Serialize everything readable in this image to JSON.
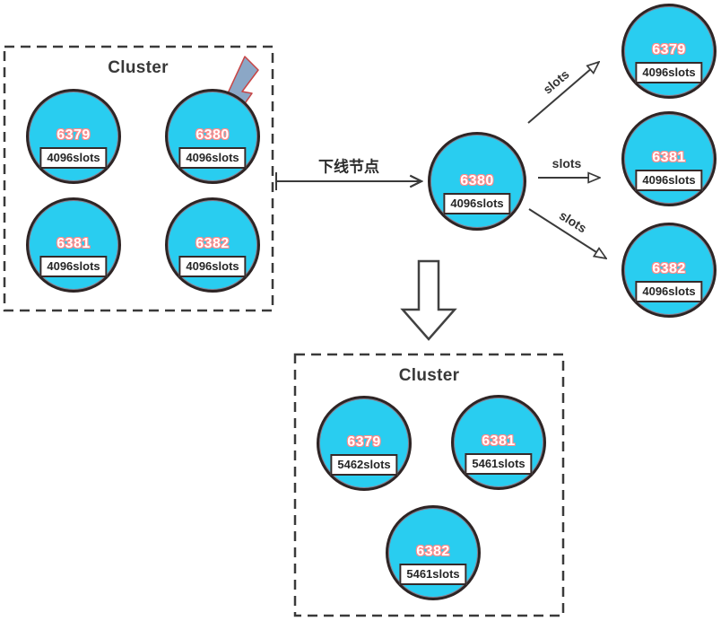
{
  "before_cluster": {
    "title": "Cluster",
    "nodes": [
      {
        "id": "6379",
        "slots": "4096slots"
      },
      {
        "id": "6380",
        "slots": "4096slots"
      },
      {
        "id": "6381",
        "slots": "4096slots"
      },
      {
        "id": "6382",
        "slots": "4096slots"
      }
    ]
  },
  "transition": {
    "offline_label": "下线节点",
    "offline_node": {
      "id": "6380",
      "slots": "4096slots"
    },
    "slot_labels": [
      "slots",
      "slots",
      "slots"
    ]
  },
  "receiving_nodes": [
    {
      "id": "6379",
      "slots": "4096slots"
    },
    {
      "id": "6381",
      "slots": "4096slots"
    },
    {
      "id": "6382",
      "slots": "4096slots"
    }
  ],
  "after_cluster": {
    "title": "Cluster",
    "nodes": [
      {
        "id": "6379",
        "slots": "5462slots"
      },
      {
        "id": "6381",
        "slots": "5461slots"
      },
      {
        "id": "6382",
        "slots": "5461slots"
      }
    ]
  },
  "icons": {
    "failure_marker": "lightning-bolt-icon",
    "transition_marker": "block-down-arrow-icon"
  },
  "colors": {
    "node_fill": "#29CDF0",
    "node_border": "#2E2424",
    "node_inner_ring": "#E43A3A",
    "id_text": "#FFFFFF",
    "id_text_glow": "#FF8A8A",
    "slot_box_bg": "#FFFFFF",
    "slot_text": "#262626",
    "line": "#3A3A3A",
    "bolt_fill": "#8BA7C6",
    "bolt_stroke": "#C84545"
  }
}
